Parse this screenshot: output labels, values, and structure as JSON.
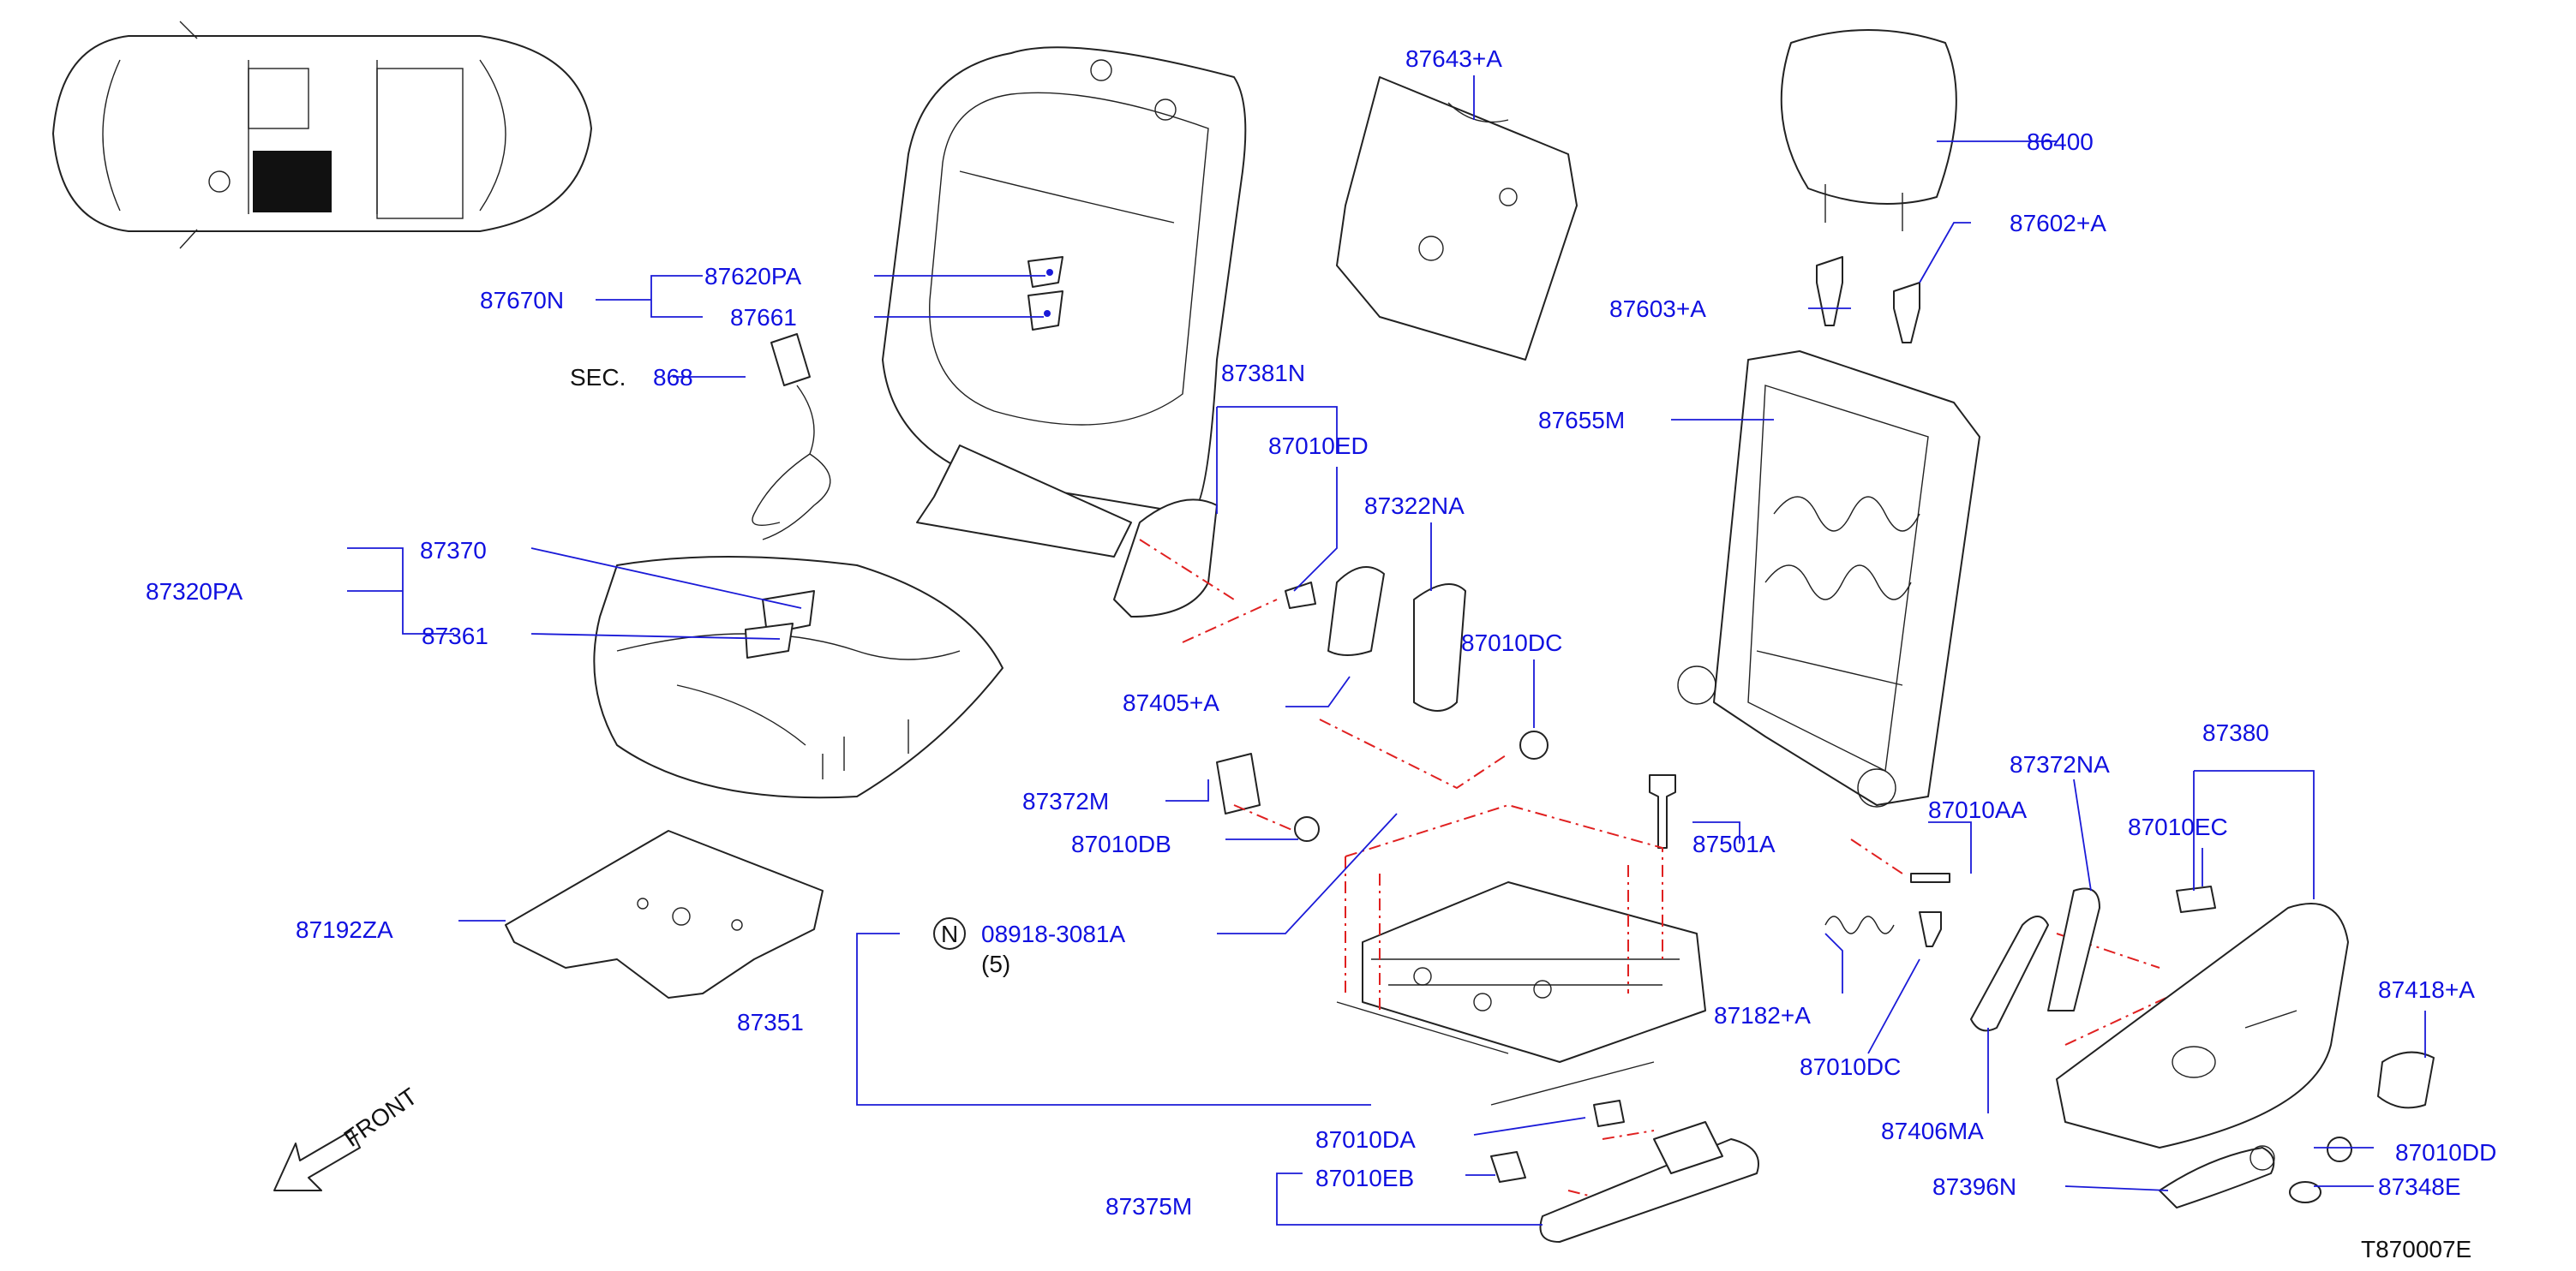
{
  "diagram_code": "T870007E",
  "front_label": "FRONT",
  "section_ref": {
    "prefix": "SEC.",
    "number": "868"
  },
  "note_badge": {
    "symbol": "N",
    "part": "08918-3081A",
    "qty": "(5)"
  },
  "labels": {
    "p87643A": "87643+A",
    "p86400": "86400",
    "p87602A": "87602+A",
    "p87603A": "87603+A",
    "p87670N": "87670N",
    "p87620PA": "87620PA",
    "p87661": "87661",
    "p87381N": "87381N",
    "p87010ED": "87010ED",
    "p87322NA": "87322NA",
    "p87655M": "87655M",
    "p87370": "87370",
    "p87320PA": "87320PA",
    "p87361": "87361",
    "p87010DC_a": "87010DC",
    "p87405A": "87405+A",
    "p87372M": "87372M",
    "p87010DB": "87010DB",
    "p87501A": "87501A",
    "p87372NA": "87372NA",
    "p87010AA": "87010AA",
    "p87380": "87380",
    "p87010EC": "87010EC",
    "p87192ZA": "87192ZA",
    "p87351": "87351",
    "p87182A": "87182+A",
    "p87010DC_b": "87010DC",
    "p87418A": "87418+A",
    "p87406MA": "87406MA",
    "p87010DA": "87010DA",
    "p87010DD": "87010DD",
    "p87396N": "87396N",
    "p87348E": "87348E",
    "p87010EB": "87010EB",
    "p87375M": "87375M"
  },
  "colors": {
    "label": "#1010e0",
    "leader": "#1a1ad8",
    "outline": "#222222",
    "dashed": "#e02020"
  }
}
